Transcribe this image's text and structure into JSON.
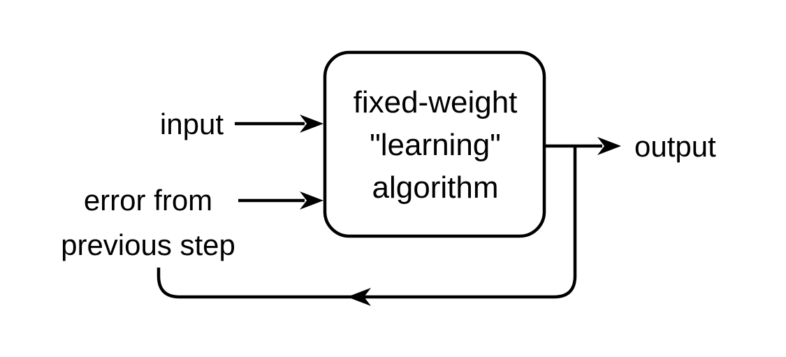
{
  "diagram": {
    "node": {
      "lines": [
        "fixed-weight",
        "\"learning\"",
        "algorithm"
      ]
    },
    "labels": {
      "input": "input",
      "error_line1": "error from",
      "error_line2": "previous step",
      "output": "output"
    },
    "colors": {
      "stroke": "#000000",
      "background": "#ffffff"
    }
  }
}
